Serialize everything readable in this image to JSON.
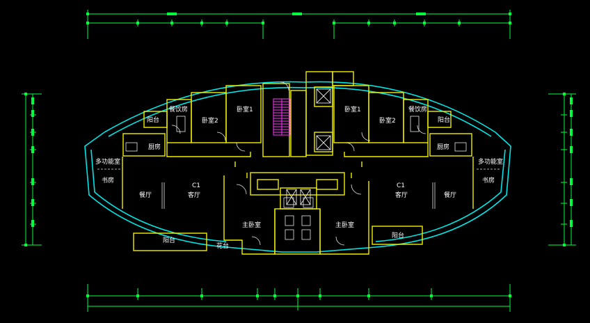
{
  "colors": {
    "background": "#000000",
    "dimension": "#00ff3c",
    "wall_outer": "#00e6e6",
    "wall_inner": "#f0f000",
    "stair": "#ff33ff",
    "text": "#ffffff"
  },
  "rooms": {
    "balcony_left_top": "阳台",
    "canteen_left": "餐饮房",
    "bedroom2_left": "卧室2",
    "bedroom1_left": "卧室1",
    "bedroom1_right": "卧室1",
    "bedroom2_right": "卧室2",
    "canteen_right": "餐饮房",
    "balcony_right_top": "阳台",
    "kitchen_left": "厨房",
    "kitchen_right": "厨房",
    "multi_left": "多功能室",
    "multi_right": "多功能室",
    "study_left": "书房",
    "study_right": "书房",
    "dining_left": "餐厅",
    "dining_right": "餐厅",
    "c1_left": "C1",
    "c1_right": "C1",
    "living_left": "客厅",
    "living_right": "客厅",
    "master_left": "主卧室",
    "master_right": "主卧室",
    "balcony_left_bottom": "阳台",
    "balcony_right_bottom": "阳台",
    "terrace": "花台"
  }
}
